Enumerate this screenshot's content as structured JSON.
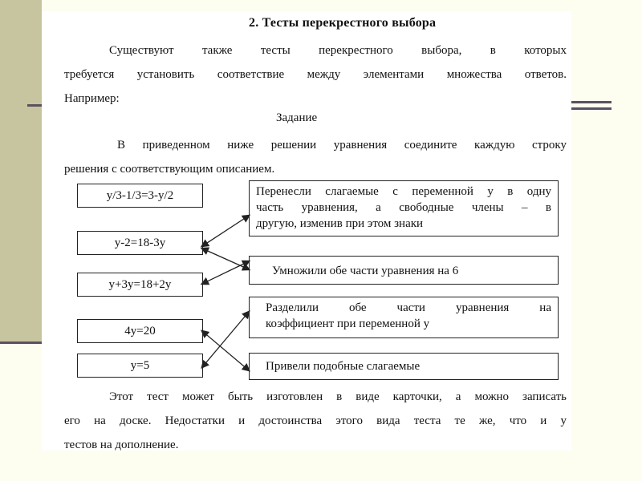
{
  "heading": "2. Тесты перекрестного выбора",
  "intro": {
    "line1": "Существуют также тесты перекрестного выбора, в которых",
    "line2": "требуется установить соответствие между элементами множества ответов.",
    "line3": "Например:"
  },
  "task": {
    "title": "Задание",
    "line1": "В приведенном ниже решении уравнения соедините каждую строку",
    "line2": "решения с соответствующим описанием."
  },
  "equations": [
    "y/3-1/3=3-y/2",
    "y-2=18-3y",
    "y+3y=18+2y",
    "4y=20",
    "y=5"
  ],
  "descriptions": {
    "d1": {
      "line1": "Перенесли слагаемые с переменной у в одну",
      "line2": "часть уравнения, а свободные члены – в",
      "line3": "другую, изменив при этом знаки"
    },
    "d2": "Умножили обе части уравнения на 6",
    "d3": {
      "line1": "Разделили обе части уравнения на",
      "line2": "коэффициент при переменной у"
    },
    "d4": "Привели подобные слагаемые"
  },
  "conclusion": {
    "line1": "Этот тест может быть изготовлен в виде карточки, а можно записать",
    "line2": "его на доске. Недостатки и достоинства этого вида теста те же, что и у",
    "line3": "тестов на дополнение."
  },
  "colors": {
    "side_band": "#c7c4a0",
    "rule": "#5b5160",
    "background": "#fdfdf0"
  }
}
